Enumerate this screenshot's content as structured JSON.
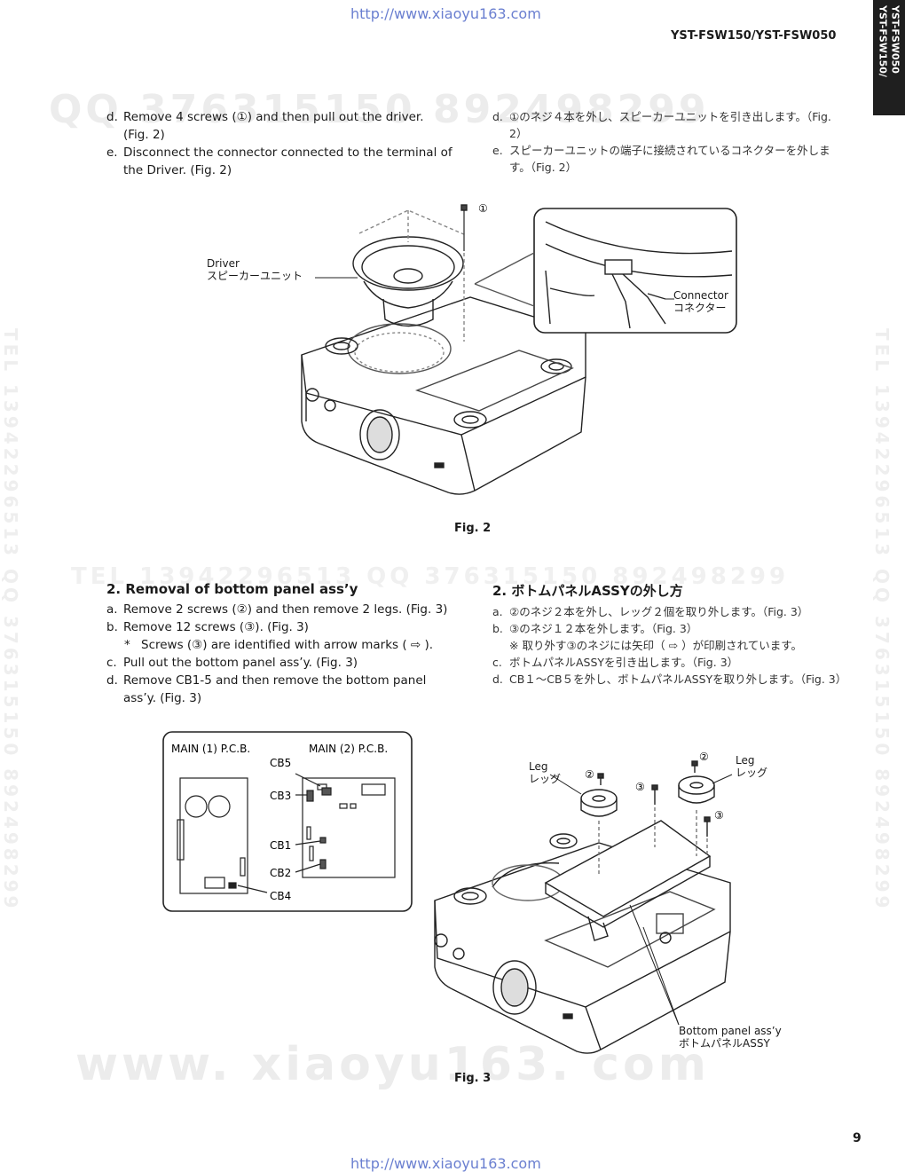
{
  "header": {
    "url": "http://www.xiaoyu163.com",
    "model": "YST-FSW150/YST-FSW050",
    "side_tab_lines": [
      "YST-FSW150/",
      "YST-FSW050"
    ]
  },
  "watermarks": {
    "qq": "QQ 376315150   892498299",
    "tel_left": "TEL 13942296513  QQ 376315150  892498299",
    "tel_right": "TEL 13942296513  QQ 376315150  892498299",
    "bottom": "www. xiaoyu163. com",
    "mid": "TEL 13942296513  QQ 376315150  892498299"
  },
  "section1": {
    "en": [
      {
        "label": "d.",
        "text": "Remove 4 screws (①) and then pull out the driver. (Fig. 2)"
      },
      {
        "label": "e.",
        "text": "Disconnect the connector connected to the terminal of the Driver. (Fig. 2)"
      }
    ],
    "jp": [
      {
        "label": "d.",
        "text": "①のネジ４本を外し、スピーカーユニットを引き出します。（Fig. 2）"
      },
      {
        "label": "e.",
        "text": "スピーカーユニットの端子に接続されているコネクターを外します。（Fig. 2）"
      }
    ]
  },
  "fig2": {
    "caption": "Fig. 2",
    "driver_en": "Driver",
    "driver_jp": "スピーカーユニット",
    "connector_en": "Connector",
    "connector_jp": "コネクター",
    "screw_mark": "①"
  },
  "section2": {
    "title_en": "2. Removal of bottom panel ass’y",
    "title_jp": "2. ボトムパネルASSYの外し方",
    "en": [
      {
        "label": "a.",
        "text": "Remove 2 screws (②) and then remove 2 legs. (Fig. 3)"
      },
      {
        "label": "b.",
        "text": "Remove 12 screws (③). (Fig. 3)"
      },
      {
        "label": "*",
        "text": "Screws (③) are identified with arrow marks ( ⇨ )."
      },
      {
        "label": "c.",
        "text": "Pull out the bottom panel ass’y. (Fig. 3)"
      },
      {
        "label": "d.",
        "text": "Remove CB1-5 and then remove the bottom panel ass’y. (Fig. 3)"
      }
    ],
    "jp": [
      {
        "label": "a.",
        "text": "②のネジ２本を外し、レッグ２個を取り外します。（Fig. 3）"
      },
      {
        "label": "b.",
        "text": "③のネジ１２本を外します。（Fig. 3）"
      },
      {
        "label": "",
        "text": "※ 取り外す③のネジには矢印（ ⇨ ）が印刷されています。"
      },
      {
        "label": "c.",
        "text": "ボトムパネルASSYを引き出します。（Fig. 3）"
      },
      {
        "label": "d.",
        "text": "CB１〜CB５を外し、ボトムパネルASSYを取り外します。（Fig. 3）"
      }
    ]
  },
  "fig3": {
    "caption": "Fig. 3",
    "pcb1": "MAIN (1) P.C.B.",
    "pcb2": "MAIN (2) P.C.B.",
    "cb5": "CB5",
    "cb3": "CB3",
    "cb1": "CB1",
    "cb2": "CB2",
    "cb4": "CB4",
    "leg_en": "Leg",
    "leg_jp": "レッグ",
    "bottom_en": "Bottom panel ass’y",
    "bottom_jp": "ボトムパネルASSY",
    "mark2": "②",
    "mark3": "③"
  },
  "footer": {
    "page": "9",
    "url": "http://www.xiaoyu163.com"
  }
}
